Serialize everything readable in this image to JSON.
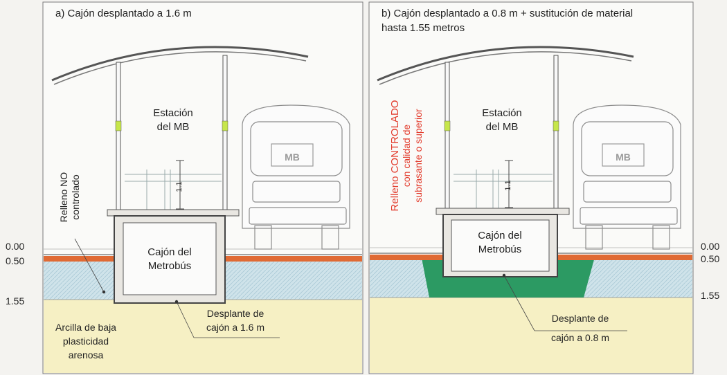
{
  "colors": {
    "clay": "#f6f0c4",
    "fill_zone": "#cfe3ea",
    "pavement": "#e06a34",
    "controlled_fill": "#2c9a63",
    "concrete": "#e9e7e2",
    "line": "#4a4a4a",
    "red_label": "#e23b2c"
  },
  "levels": {
    "l000": "0.00",
    "l050": "0.50",
    "l155": "1.55"
  },
  "panel_a": {
    "title": "a)    Cajón desplantado a 1.6 m",
    "station_line1": "Estación",
    "station_line2": "del MB",
    "fill_line1": "Relleno NO",
    "fill_line2": "controlado",
    "box_line1": "Cajón del",
    "box_line2": "Metrobús",
    "height_mark": "1.1",
    "bus_logo": "MB",
    "desplante_line1": "Desplante de",
    "desplante_line2": "cajón a 1.6 m",
    "clay_line1": "Arcilla de baja",
    "clay_line2": "plasticidad",
    "clay_line3": "arenosa"
  },
  "panel_b": {
    "title_line1": "b)    Cajón desplantado a 0.8 m + sustitución de material",
    "title_line2": "hasta 1.55 metros",
    "station_line1": "Estación",
    "station_line2": "del MB",
    "fill_line1": "Relleno CONTROLADO",
    "fill_line2": "con calidad de",
    "fill_line3": "subrasante o superior",
    "box_line1": "Cajón del",
    "box_line2": "Metrobús",
    "height_mark": "1.1",
    "bus_logo": "MB",
    "desplante_line1": "Desplante de",
    "desplante_line2": "cajón a 0.8 m"
  }
}
